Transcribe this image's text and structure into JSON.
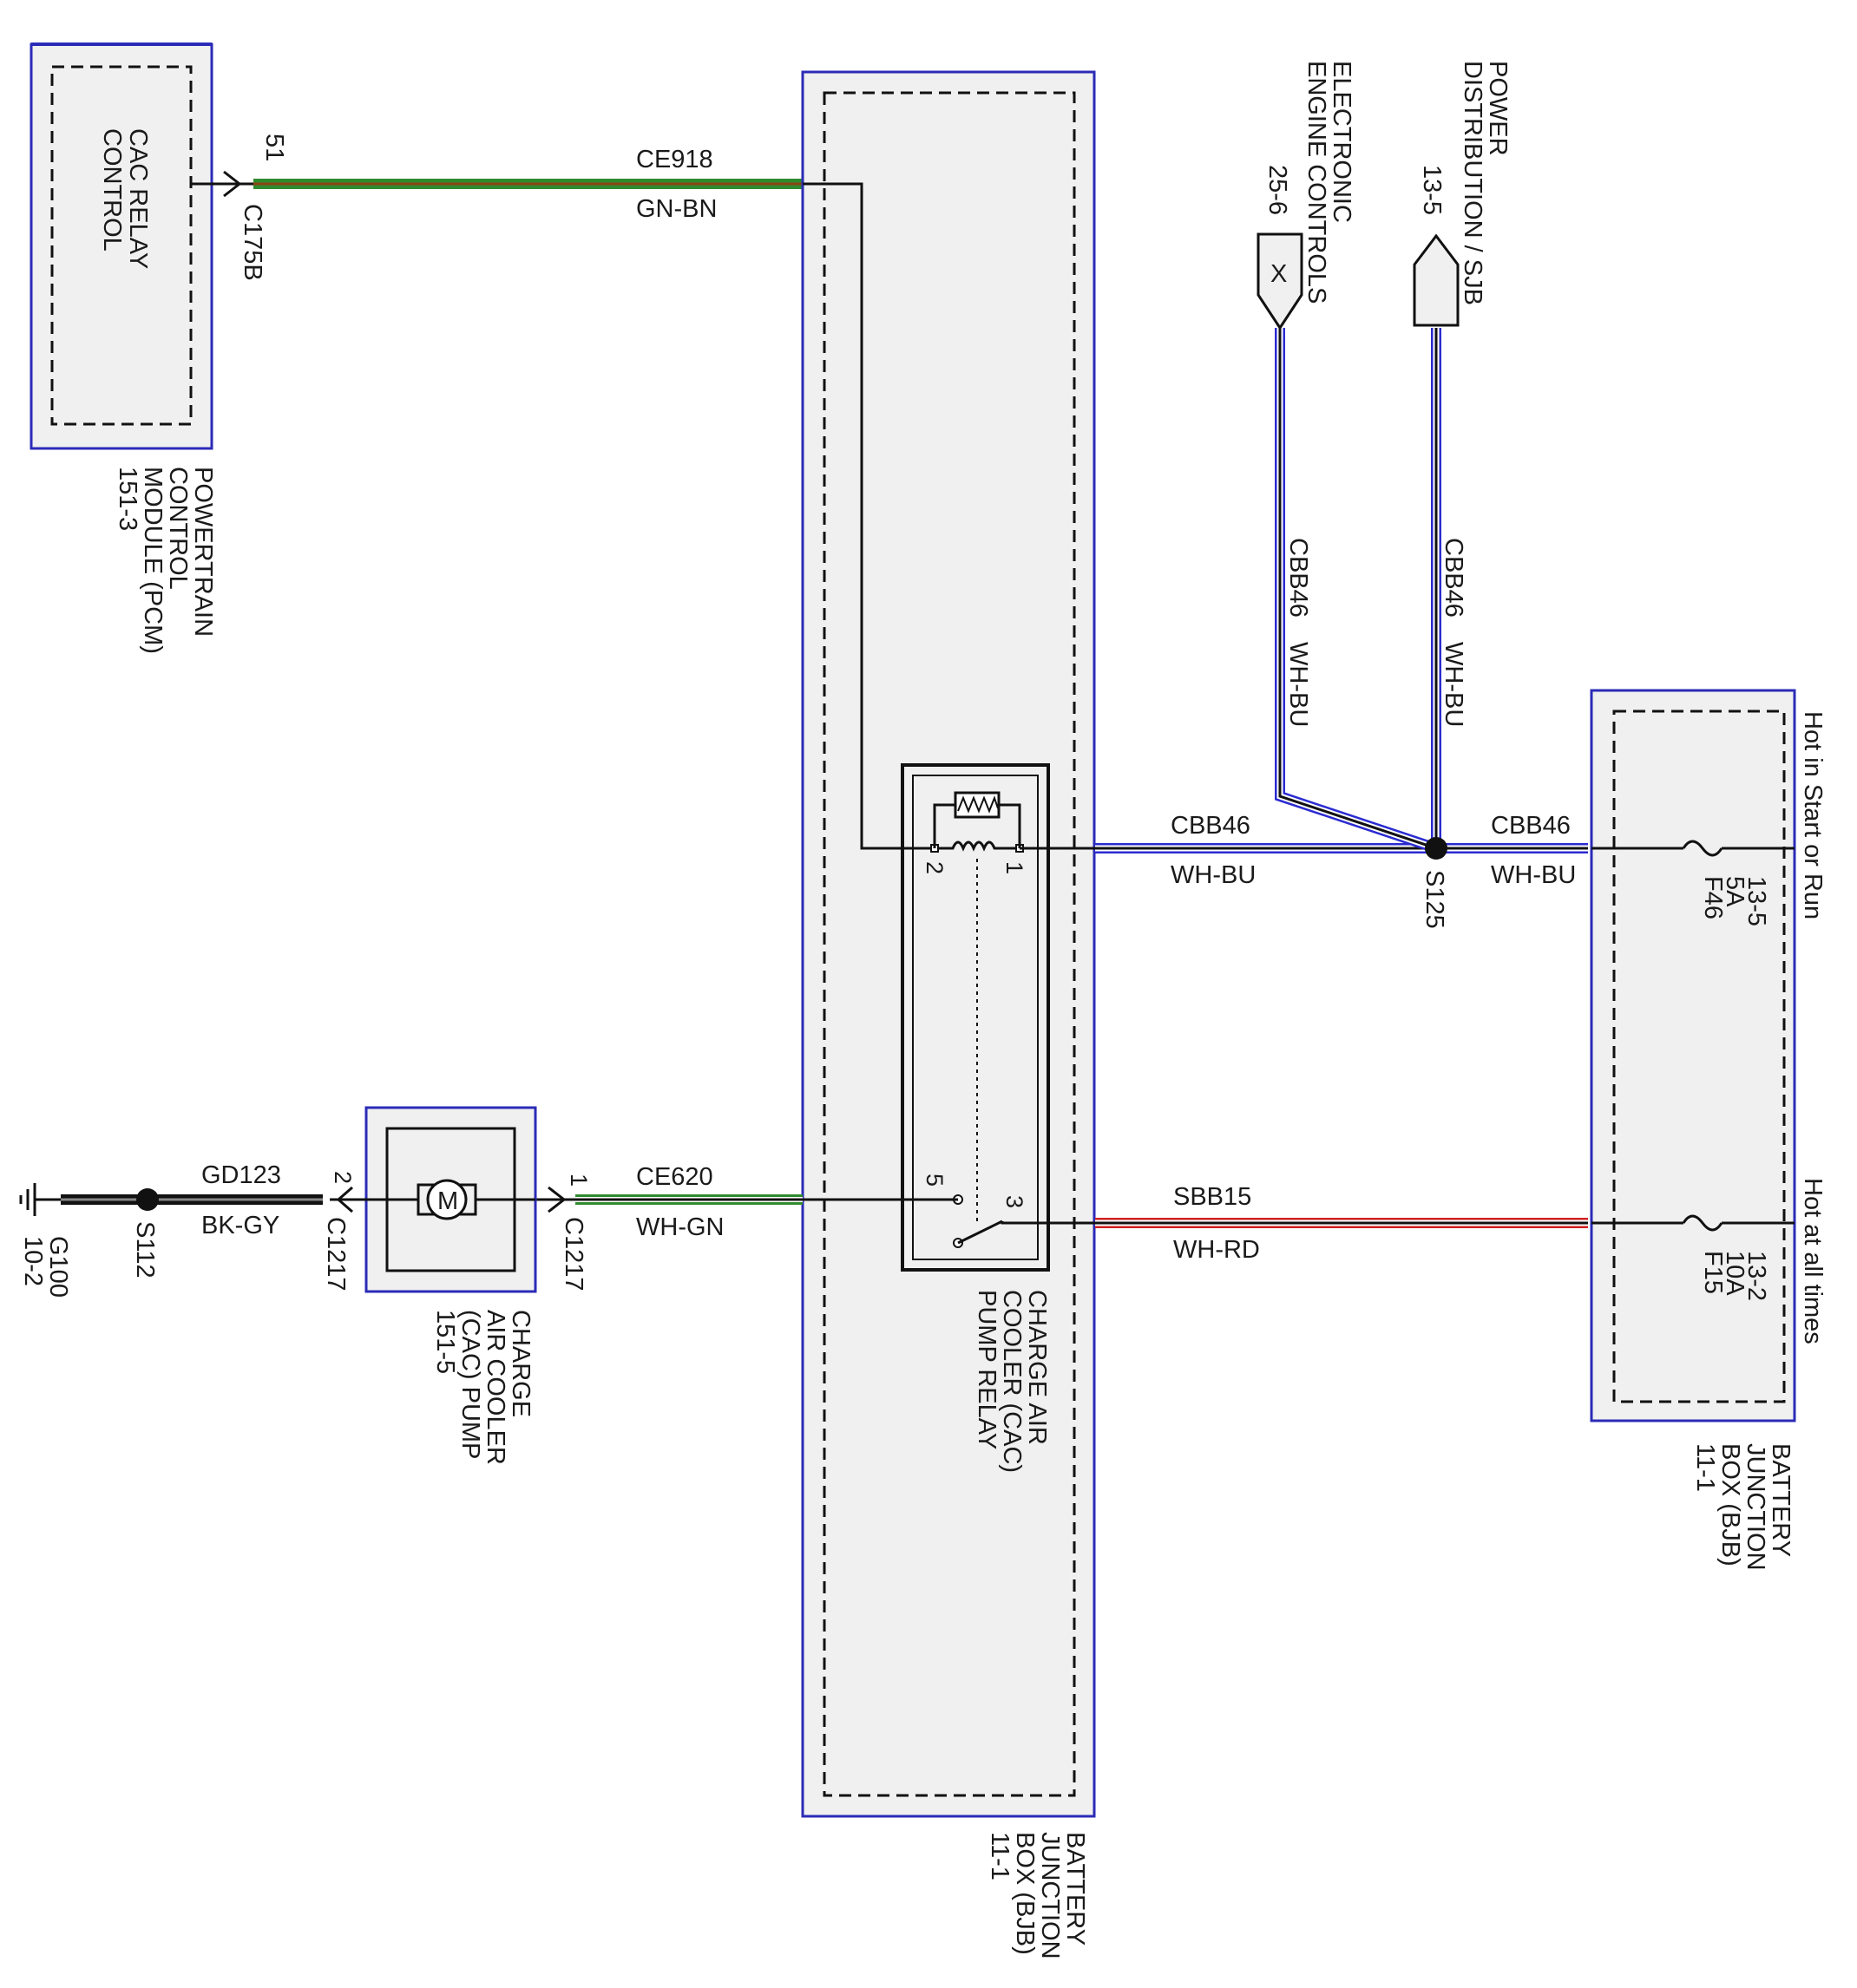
{
  "pcm": {
    "name_lines": [
      "POWERTRAIN",
      "CONTROL",
      "MODULE (PCM)",
      "151-3"
    ],
    "internal_lines": [
      "CAC RELAY",
      "CONTROL"
    ],
    "pin": "51",
    "connector": "C175B"
  },
  "wire_ce918": {
    "circuit": "CE918",
    "color": "GN-BN"
  },
  "wire_ce620": {
    "circuit": "CE620",
    "color": "WH-GN"
  },
  "wire_gd123": {
    "circuit": "GD123",
    "color": "BK-GY"
  },
  "wire_cbb46_left": {
    "circuit": "CBB46",
    "color": "WH-BU"
  },
  "wire_cbb46_right": {
    "circuit": "CBB46",
    "color": "WH-BU"
  },
  "wire_cbb46_eec": {
    "circuit": "CBB46",
    "color": "WH-BU"
  },
  "wire_cbb46_pd": {
    "circuit": "CBB46",
    "color": "WH-BU"
  },
  "wire_sbb15": {
    "circuit": "SBB15",
    "color": "WH-RD"
  },
  "eec": {
    "name_lines": [
      "ELECTRONIC",
      "ENGINE CONTROLS"
    ],
    "ref": "25-6",
    "symbol": "X"
  },
  "power_dist": {
    "name_lines": [
      "POWER",
      "DISTRIBUTION / SJB"
    ],
    "ref": "13-5"
  },
  "splice_s125": "S125",
  "splice_s112": "S112",
  "ground": {
    "id": "G100",
    "ref": "10-2"
  },
  "pump": {
    "name_lines": [
      "CHARGE",
      "AIR COOLER",
      "(CAC) PUMP",
      "151-5"
    ],
    "motor_symbol": "M",
    "pin_in": "1",
    "pin_out": "2",
    "connector_in": "C1217",
    "connector_out": "C1217"
  },
  "relay": {
    "name_lines": [
      "CHARGE AIR",
      "COOLER (CAC)",
      "PUMP RELAY"
    ],
    "pins": [
      "1",
      "2",
      "3",
      "5"
    ]
  },
  "bjb_main": {
    "name_lines": [
      "BATTERY",
      "JUNCTION",
      "BOX (BJB)",
      "11-1"
    ]
  },
  "bjb_right": {
    "name_lines": [
      "BATTERY",
      "JUNCTION",
      "BOX (BJB)",
      "11-1"
    ]
  },
  "fuse_f46": {
    "lines": [
      "F46",
      "5A",
      "13-5"
    ],
    "hot_label": "Hot in Start or Run"
  },
  "fuse_f15": {
    "lines": [
      "F15",
      "10A",
      "13-2"
    ],
    "hot_label": "Hot at all times"
  },
  "colors": {
    "module_border": "#2b2bb8",
    "module_fill": "#f0f0f0",
    "wire_green": "#2e8b2e",
    "wire_brown": "#8b4513",
    "wire_blue": "#2b2bd0",
    "wire_red": "#d02020",
    "wire_black": "#111111"
  }
}
